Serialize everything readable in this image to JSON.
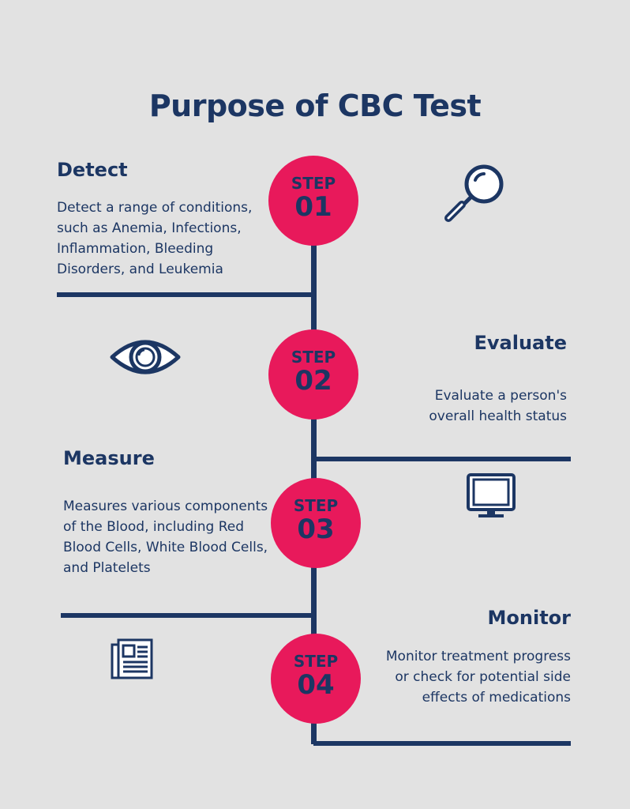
{
  "title": "Purpose of CBC Test",
  "steps": [
    {
      "label": "STEP",
      "number": "01",
      "heading": "Detect",
      "description": "Detect a range of conditions, such as Anemia, Infections, Inflammation, Bleeding Disorders, and Leukemia",
      "icon": "magnifier-icon"
    },
    {
      "label": "STEP",
      "number": "02",
      "heading": "Evaluate",
      "description": "Evaluate a person's overall health status",
      "icon": "eye-icon"
    },
    {
      "label": "STEP",
      "number": "03",
      "heading": "Measure",
      "description": "Measures various components of the Blood, including Red Blood Cells, White Blood Cells, and Platelets",
      "icon": "monitor-icon"
    },
    {
      "label": "STEP",
      "number": "04",
      "heading": "Monitor",
      "description": "Monitor treatment progress or check for potential side effects of medications",
      "icon": "newspaper-icon"
    }
  ],
  "colors": {
    "background": "#e2e2e2",
    "navy": "#1c3663",
    "pink": "#e8195b"
  }
}
